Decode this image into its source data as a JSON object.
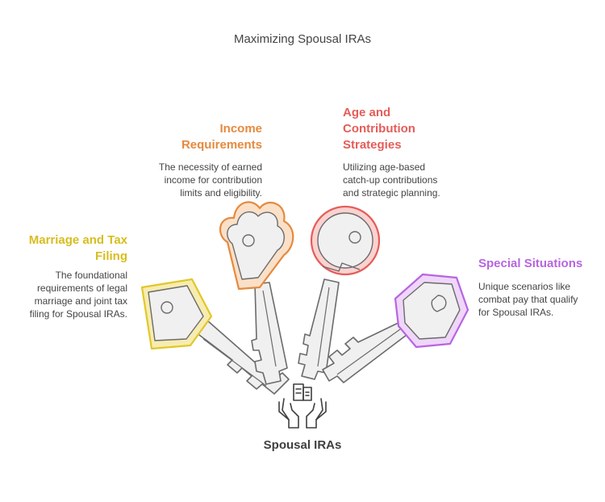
{
  "title": "Maximizing Spousal IRAs",
  "center_label": "Spousal IRAs",
  "center_icon": "hands-holding-document-icon",
  "colors": {
    "yellow": "#e1c72a",
    "orange": "#e58a3d",
    "red": "#e45d59",
    "purple": "#b765e0",
    "key_fill": "#f0f0f0",
    "key_stroke": "#6b6b6b"
  },
  "items": [
    {
      "heading_lines": [
        "Marriage and Tax",
        "Filing"
      ],
      "desc_lines": [
        "The foundational",
        "requirements of legal",
        "marriage and joint tax",
        "filing for Spousal IRAs."
      ]
    },
    {
      "heading_lines": [
        "Income",
        "Requirements"
      ],
      "desc_lines": [
        "The necessity of earned",
        "income for contribution",
        "limits and eligibility."
      ]
    },
    {
      "heading_lines": [
        "Age and",
        "Contribution",
        "Strategies"
      ],
      "desc_lines": [
        "Utilizing age-based",
        "catch-up contributions",
        "and strategic planning."
      ]
    },
    {
      "heading_lines": [
        "Special Situations"
      ],
      "desc_lines": [
        "Unique scenarios like",
        "combat pay that qualify",
        "for Spousal IRAs."
      ]
    }
  ]
}
